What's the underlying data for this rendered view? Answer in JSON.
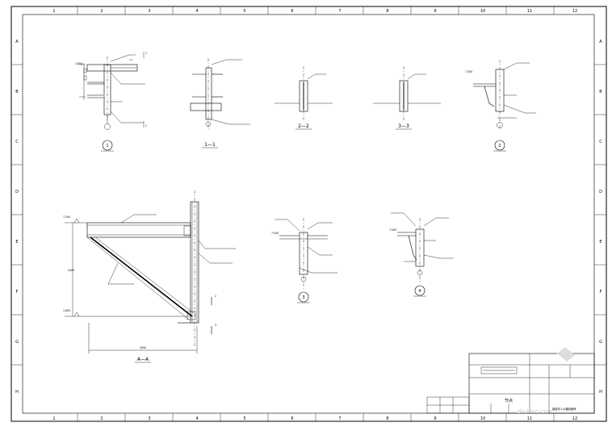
{
  "frame": {
    "top_numbers": [
      "1",
      "2",
      "3",
      "4",
      "5",
      "6",
      "7",
      "8",
      "9",
      "10",
      "11",
      "12"
    ],
    "bottom_numbers": [
      "1",
      "2",
      "3",
      "4",
      "5",
      "6",
      "7",
      "8",
      "9",
      "10",
      "11",
      "12"
    ],
    "left_letters": [
      "A",
      "B",
      "C",
      "D",
      "E",
      "F",
      "G",
      "H"
    ],
    "right_letters": [
      "A",
      "B",
      "C",
      "D",
      "E",
      "F",
      "G",
      "H"
    ]
  },
  "details": {
    "detail_1": {
      "bubble": "1",
      "dim_left": "1.800",
      "weld_a": "1",
      "weld_b": "1"
    },
    "section_1_1": {
      "label": "1—1"
    },
    "section_2_2": {
      "label": "2—2"
    },
    "section_3_3": {
      "label": "3—3"
    },
    "detail_2": {
      "bubble": "2",
      "dim_left": "7.000"
    },
    "detail_3": {
      "bubble": "3",
      "dim_left": "7.000"
    },
    "detail_4": {
      "bubble": "4",
      "dim_left": "7.000"
    }
  },
  "elevation": {
    "label": "A—A",
    "elev_top": "7.200",
    "elev_bottom": "1.800",
    "span": "3000",
    "height": "5400",
    "cut_2": "2",
    "cut_3": "3"
  },
  "title_block": {
    "drawing_title": "节点",
    "drawing_no": "钢结构-1/4/图纸编号",
    "watermark": "zhulong.com"
  }
}
